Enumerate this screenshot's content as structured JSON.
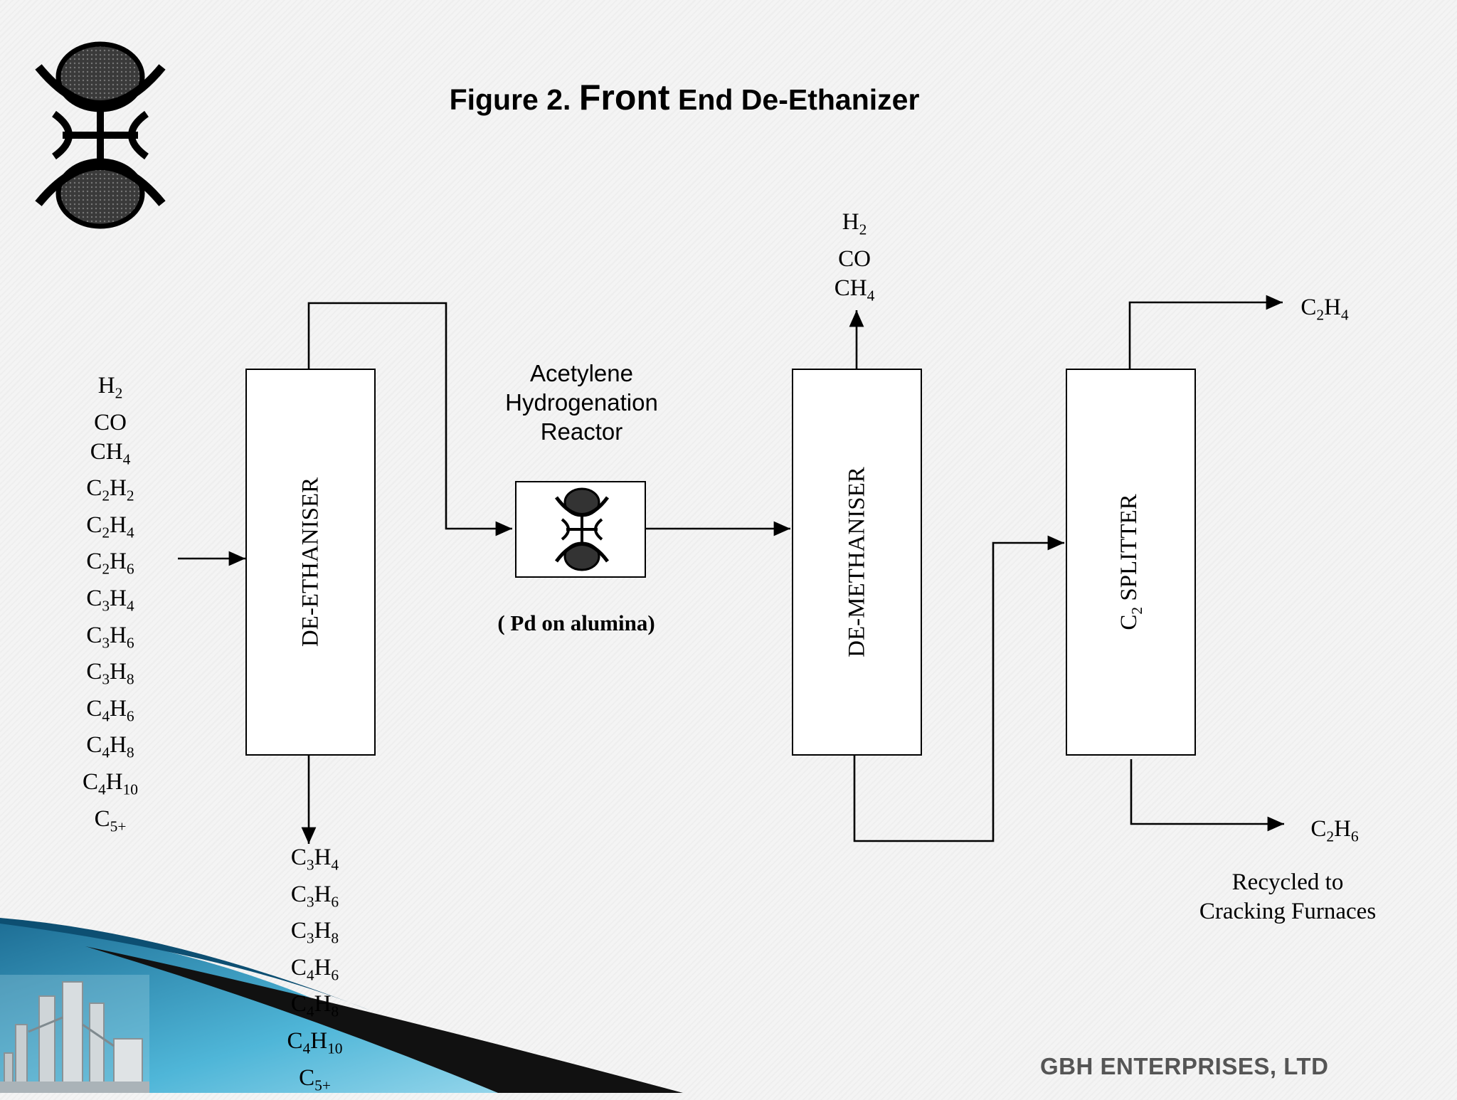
{
  "title": {
    "prefix": "Figure 2. ",
    "emph": "Front",
    "rest": " End De-Ethanizer"
  },
  "feed": {
    "components": [
      {
        "el": "H",
        "n": "2"
      },
      {
        "el": "CO",
        "n": ""
      },
      {
        "el": "CH",
        "n": "4"
      },
      {
        "el": "C",
        "n": "2",
        "el2": "H",
        "n2": "2"
      },
      {
        "el": "C",
        "n": "2",
        "el2": "H",
        "n2": "4"
      },
      {
        "el": "C",
        "n": "2",
        "el2": "H",
        "n2": "6"
      },
      {
        "el": "C",
        "n": "3",
        "el2": "H",
        "n2": "4"
      },
      {
        "el": "C",
        "n": "3",
        "el2": "H",
        "n2": "6"
      },
      {
        "el": "C",
        "n": "3",
        "el2": "H",
        "n2": "8"
      },
      {
        "el": "C",
        "n": "4",
        "el2": "H",
        "n2": "6"
      },
      {
        "el": "C",
        "n": "4",
        "el2": "H",
        "n2": "8"
      },
      {
        "el": "C",
        "n": "4",
        "el2": "H",
        "n2": "10"
      },
      {
        "el": "C",
        "n": "5+"
      }
    ]
  },
  "bottoms": {
    "components": [
      {
        "el": "C",
        "n": "3",
        "el2": "H",
        "n2": "4"
      },
      {
        "el": "C",
        "n": "3",
        "el2": "H",
        "n2": "6"
      },
      {
        "el": "C",
        "n": "3",
        "el2": "H",
        "n2": "8"
      },
      {
        "el": "C",
        "n": "4",
        "el2": "H",
        "n2": "6"
      },
      {
        "el": "C",
        "n": "4",
        "el2": "H",
        "n2": "8"
      },
      {
        "el": "C",
        "n": "4",
        "el2": "H",
        "n2": "10"
      },
      {
        "el": "C",
        "n": "5+"
      }
    ]
  },
  "overhead": {
    "components": [
      {
        "el": "H",
        "n": "2"
      },
      {
        "el": "CO",
        "n": ""
      },
      {
        "el": "CH",
        "n": "4"
      }
    ]
  },
  "columns": {
    "deethaniser": "DE-ETHANISER",
    "demethaniser": "DE-METHANISER",
    "splitter": {
      "prefix": "C",
      "sub": "2",
      "text": " SPLITTER"
    }
  },
  "reactor": {
    "line1": "Acetylene",
    "line2": "Hydrogenation",
    "line3": "Reactor",
    "catalyst": "( Pd on alumina)"
  },
  "products": {
    "ethylene": {
      "el": "C",
      "n": "2",
      "el2": "H",
      "n2": "4"
    },
    "ethane": {
      "el": "C",
      "n": "2",
      "el2": "H",
      "n2": "6"
    },
    "recycle_line1": "Recycled to",
    "recycle_line2": "Cracking Furnaces"
  },
  "footer": "GBH ENTERPRISES, LTD"
}
